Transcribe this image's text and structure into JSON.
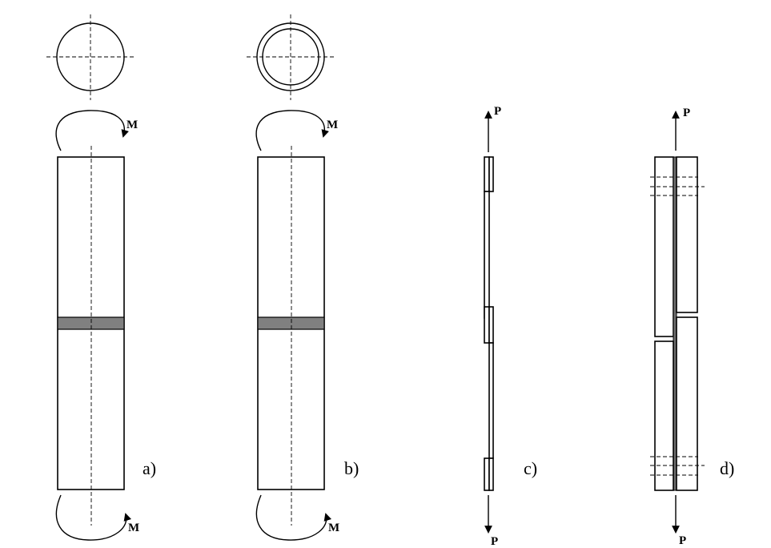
{
  "panels": [
    {
      "id": "a",
      "label": "a)",
      "load_label": "M"
    },
    {
      "id": "b",
      "label": "b)",
      "load_label": "M"
    },
    {
      "id": "c",
      "label": "c)",
      "load_label": "P"
    },
    {
      "id": "d",
      "label": "d)",
      "load_label": "P"
    }
  ]
}
